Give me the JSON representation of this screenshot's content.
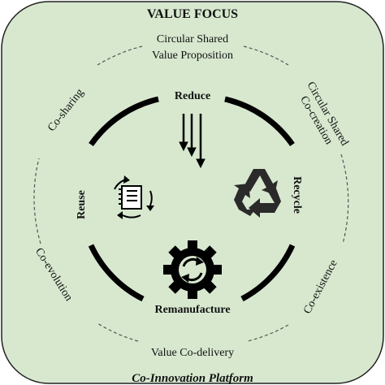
{
  "title": "VALUE FOCUS",
  "footer": "Co-Innovation Platform",
  "outer_ring": {
    "top_line1": "Circular Shared",
    "top_line2": "Value Proposition",
    "right_line1": "Circular Shared",
    "right_line2": "Co-creation",
    "upper_left": "Co-sharing",
    "lower_left": "Co-evolution",
    "lower_right": "Co-existence",
    "bottom": "Value Co-delivery"
  },
  "inner_ring": {
    "top": "Reduce",
    "right": "Recycle",
    "bottom": "Remanufacture",
    "left": "Reuse"
  },
  "icons": {
    "top": "downward-arrows-icon",
    "right": "recycle-icon",
    "bottom": "gear-refresh-icon",
    "left": "document-cycle-icon"
  },
  "colors": {
    "background": "#d7e8cf",
    "ring": "#000000",
    "dashed": "#555555"
  }
}
